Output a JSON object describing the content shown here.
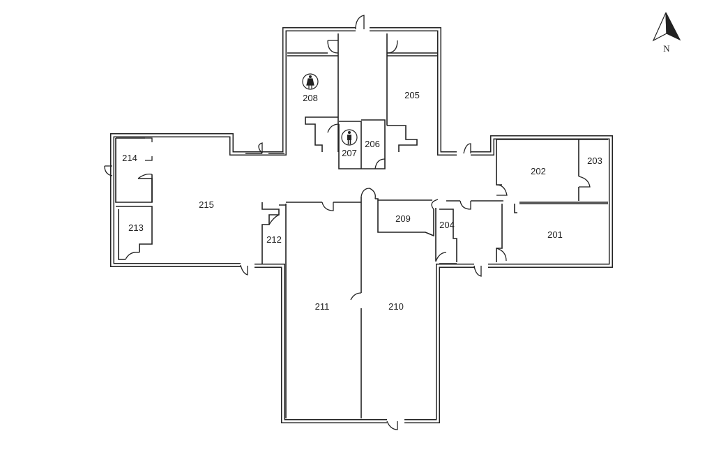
{
  "compass": {
    "label": "N",
    "icon": "north-arrow-icon"
  },
  "rooms": {
    "r201": "201",
    "r202": "202",
    "r203": "203",
    "r204": "204",
    "r205": "205",
    "r206": "206",
    "r207": "207",
    "r208": "208",
    "r209": "209",
    "r210": "210",
    "r211": "211",
    "r212": "212",
    "r213": "213",
    "r214": "214",
    "r215": "215"
  },
  "icons": {
    "women_restroom": "female-restroom-icon",
    "men_restroom": "male-restroom-icon"
  }
}
